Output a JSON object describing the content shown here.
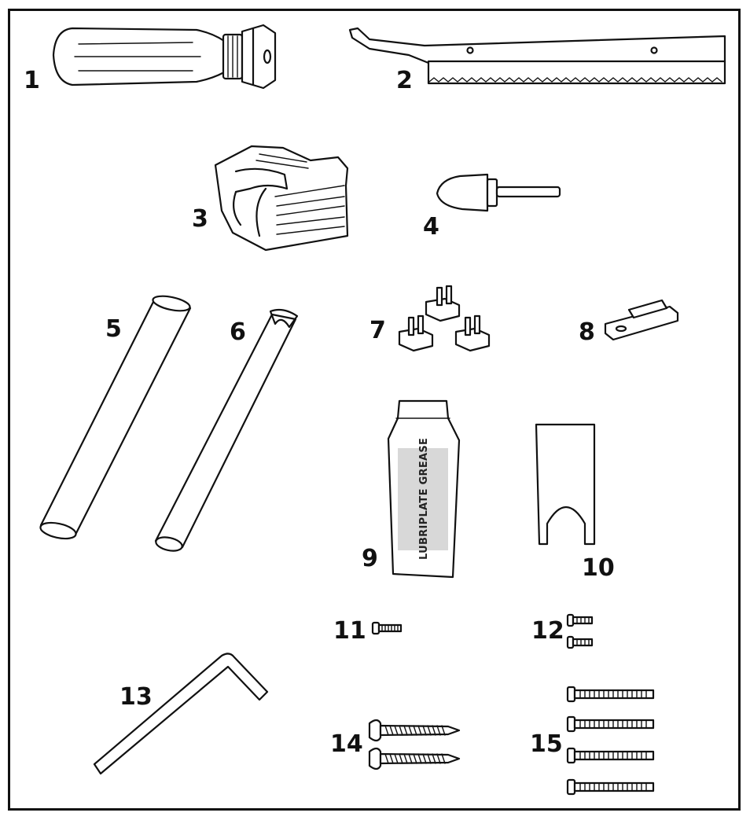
{
  "parts": [
    {
      "number": "1",
      "icon": "screwdriver-handle-icon"
    },
    {
      "number": "2",
      "icon": "saw-blade-icon"
    },
    {
      "number": "3",
      "icon": "grooved-block-icon"
    },
    {
      "number": "4",
      "icon": "cone-bit-icon"
    },
    {
      "number": "5",
      "icon": "tube-icon"
    },
    {
      "number": "6",
      "icon": "slotted-tube-icon"
    },
    {
      "number": "7",
      "icon": "clip-set-icon"
    },
    {
      "number": "8",
      "icon": "bracket-icon"
    },
    {
      "number": "9",
      "icon": "grease-tube-icon",
      "label": "LUBRIPLATE GREASE"
    },
    {
      "number": "10",
      "icon": "u-shim-icon"
    },
    {
      "number": "11",
      "icon": "small-screw-icon"
    },
    {
      "number": "12",
      "icon": "short-screws-icon"
    },
    {
      "number": "13",
      "icon": "hex-key-icon"
    },
    {
      "number": "14",
      "icon": "wood-screws-icon"
    },
    {
      "number": "15",
      "icon": "long-bolts-icon"
    }
  ]
}
